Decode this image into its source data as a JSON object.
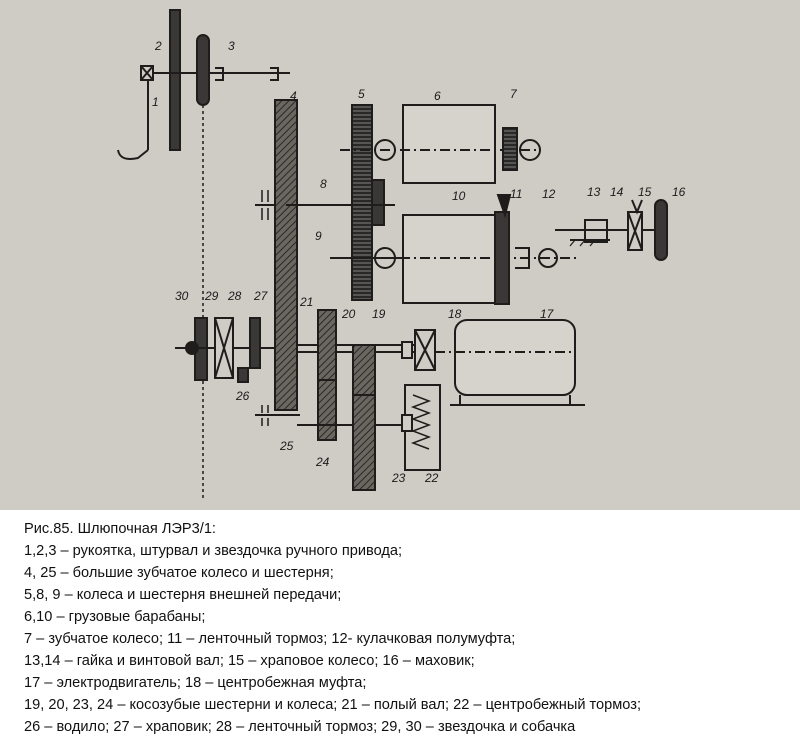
{
  "labels": [
    "1",
    "2",
    "3",
    "4",
    "5",
    "6",
    "7",
    "8",
    "9",
    "10",
    "11",
    "12",
    "13",
    "14",
    "15",
    "16",
    "17",
    "18",
    "19",
    "20",
    "21",
    "22",
    "23",
    "24",
    "25",
    "26",
    "27",
    "28",
    "29",
    "30"
  ],
  "caption": {
    "title": "Рис.85. Шлюпочная ЛЭР3/1:",
    "lines": [
      "1,2,3 – рукоятка, штурвал и звездочка ручного привода;",
      "4, 25 – большие зубчатое колесо и шестерня;",
      "5,8, 9 – колеса и шестерня внешней передачи;",
      "6,10 – грузовые барабаны;",
      "7 – зубчатое колесо;  11 – ленточный тормоз; 12- кулачковая полумуфта;",
      "13,14 – гайка и винтовой вал; 15 – храповое колесо; 16 – маховик;",
      "17 – электродвигатель;  18 – центробежная муфта;",
      "19, 20, 23, 24 – косозубые шестерни и колеса; 21 – полый вал; 22 – центробежный тормоз;",
      "26 – водило; 27 – храповик; 28 – ленточный тормоз; 29, 30 – звездочка и собачка"
    ]
  }
}
